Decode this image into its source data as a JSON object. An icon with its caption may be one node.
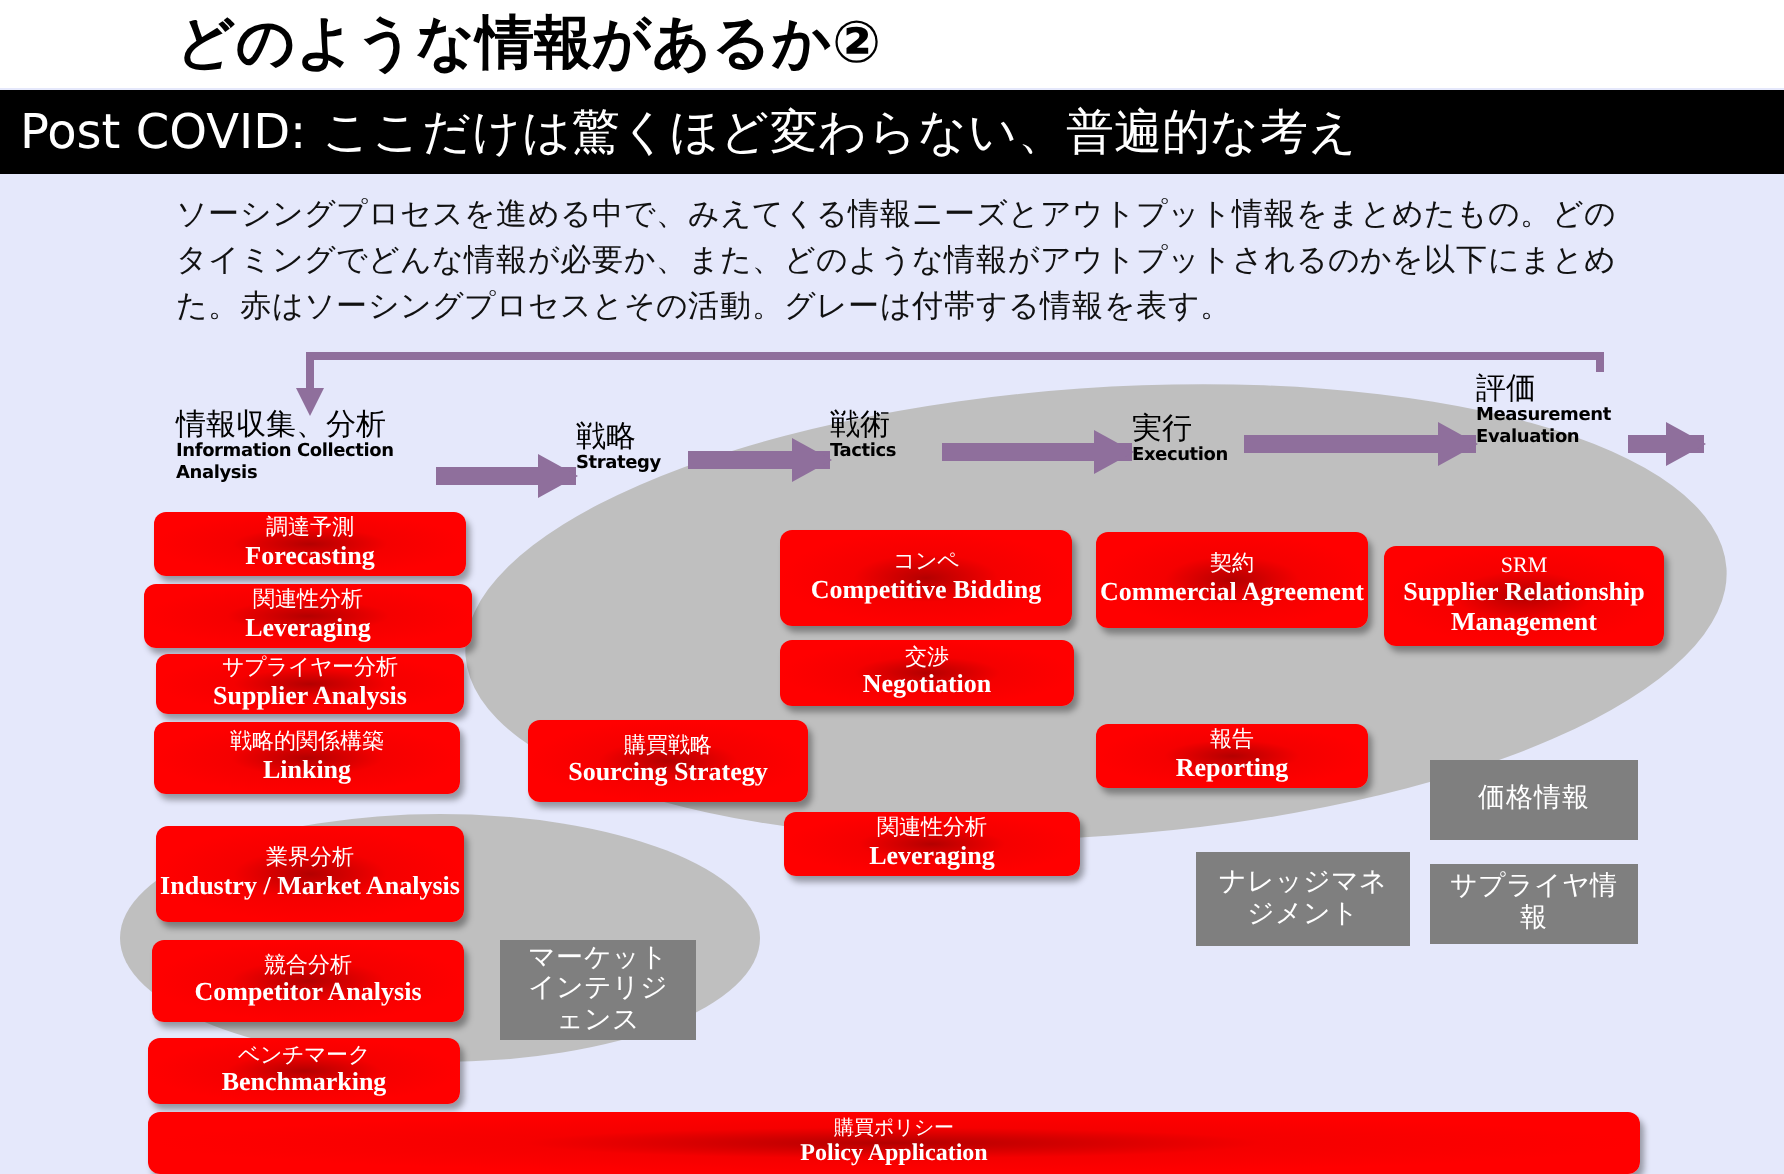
{
  "diagram": {
    "title": "どのような情報があるか②",
    "nodes": [
      {
        "text": [
          "情報収集、分析",
          "Information Collection Analysis"
        ]
      },
      {
        "text": [
          "戦略",
          "Strategy"
        ]
      },
      {
        "text": [
          "戦術",
          "Tactics"
        ]
      },
      {
        "text": [
          "実行",
          "Execution"
        ]
      },
      {
        "text": [
          "評価",
          "Measurement Evaluation"
        ]
      },
      {
        "text": [
          "調達予測",
          "Forecasting"
        ]
      },
      {
        "text": [
          "関連性分析",
          "Leveraging"
        ]
      },
      {
        "text": [
          "サプライヤー分析",
          "Supplier Analysis"
        ]
      },
      {
        "text": [
          "戦略的関係構築",
          "Linking"
        ]
      },
      {
        "text": [
          "業界分析",
          "Industry / Market Analysis"
        ]
      },
      {
        "text": [
          "競合分析",
          "Competitor Analysis"
        ]
      },
      {
        "text": [
          "ベンチマーク",
          "Benchmarking"
        ]
      },
      {
        "text": [
          "購買ポリシー",
          "Policy Application"
        ]
      },
      {
        "text": [
          "購買戦略",
          "Sourcing Strategy"
        ]
      },
      {
        "text": [
          "コンペ",
          "Competitive Bidding"
        ]
      },
      {
        "text": [
          "交渉",
          "Negotiation"
        ]
      },
      {
        "text": [
          "関連性分析",
          "Leveraging"
        ]
      },
      {
        "text": [
          "契約",
          "Commercial Agreement"
        ]
      },
      {
        "text": [
          "報告",
          "Reporting"
        ]
      },
      {
        "text": [
          "SRM",
          "Supplier Relationship Management"
        ]
      },
      {
        "text": [
          "マーケットインテリジェンス"
        ]
      },
      {
        "text": [
          "ナレッジマネジメント"
        ]
      },
      {
        "text": [
          "価格情報"
        ]
      },
      {
        "text": [
          "サプライヤ情報"
        ]
      }
    ],
    "edges": [
      {
        "from": 0,
        "to": 1,
        "arrow": "to"
      },
      {
        "from": 1,
        "to": 2,
        "arrow": "to"
      },
      {
        "from": 2,
        "to": 3,
        "arrow": "to"
      },
      {
        "from": 3,
        "to": 4,
        "arrow": "to"
      },
      {
        "from": 4,
        "to": null,
        "arrow": "to"
      },
      {
        "from": 4,
        "to": 0,
        "arrow": "to"
      }
    ],
    "labels": [
      "Post COVID: ここだけは驚くほど変わらない、普遍的な考え",
      "ソーシングプロセスを進める中で、みえてくる情報ニーズとアウトプット情報をまとめたもの。どのタイミングでどんな情報が必要か、また、どのような情報がアウトプットされるのかを以下にまとめた。赤はソーシングプロセスとその活動。グレーは付帯する情報を表す。"
    ]
  }
}
